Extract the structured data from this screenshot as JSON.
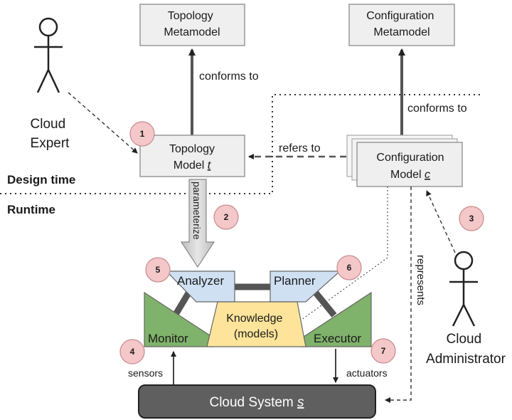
{
  "actors": {
    "cloud_expert": [
      "Cloud",
      "Expert"
    ],
    "cloud_admin": [
      "Cloud",
      "Administrator"
    ]
  },
  "boxes": {
    "topology_metamodel": [
      "Topology",
      "Metamodel"
    ],
    "config_metamodel": [
      "Configuration",
      "Metamodel"
    ],
    "topology_model": [
      "Topology",
      "Model"
    ],
    "topology_model_var": "t",
    "config_model": [
      "Configuration",
      "Model"
    ],
    "config_model_var": "c",
    "cloud_system": "Cloud System",
    "cloud_system_var": "s"
  },
  "phases": {
    "design": "Design time",
    "runtime": "Runtime"
  },
  "edges": {
    "conforms_to_1": "conforms to",
    "conforms_to_2": "conforms to",
    "refers_to": "refers to",
    "parameterize": "parameterize",
    "represents": "represents",
    "sensors": "sensors",
    "actuators": "actuators"
  },
  "mape": {
    "analyzer": "Analyzer",
    "planner": "Planner",
    "monitor": "Monitor",
    "executor": "Executor",
    "knowledge": [
      "Knowledge",
      "(models)"
    ]
  },
  "steps": [
    "1",
    "2",
    "3",
    "4",
    "5",
    "6",
    "7"
  ],
  "colors": {
    "box_fill": "#efefef",
    "box_stroke": "#999999",
    "step_fill": "#f4c7c9",
    "step_stroke": "#c98a8c",
    "analyzer_fill": "#cfe0f3",
    "monitor_fill": "#7fb26a",
    "knowledge_fill": "#fde49a",
    "system_fill": "#5f5f5f",
    "connector": "#555555"
  }
}
